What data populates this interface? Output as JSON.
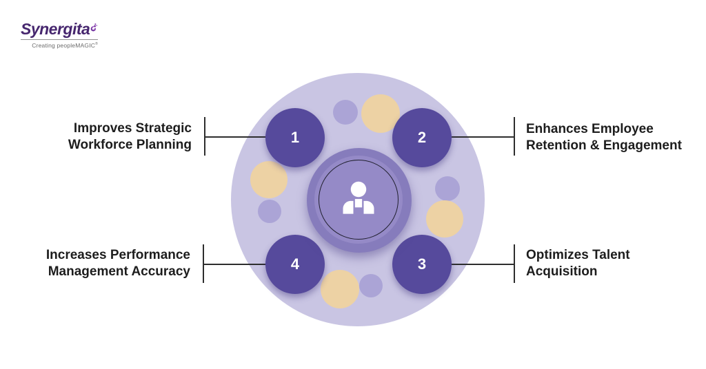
{
  "logo": {
    "brand": "Synergita",
    "tagline": "Creating peopleMAGIC",
    "trademark": "®"
  },
  "diagram": {
    "center": {
      "icon": "person-icon"
    },
    "items": [
      {
        "number": "1",
        "label": "Improves Strategic\nWorkforce Planning",
        "position": "top-left"
      },
      {
        "number": "2",
        "label": "Enhances Employee\nRetention & Engagement",
        "position": "top-right"
      },
      {
        "number": "3",
        "label": "Optimizes Talent\nAcquisition",
        "position": "bottom-right"
      },
      {
        "number": "4",
        "label": "Increases Performance\nManagement Accuracy",
        "position": "bottom-left"
      }
    ],
    "colors": {
      "outer_circle": "#c9c5e3",
      "ring": "#867cbc",
      "inner_circle": "#958ac7",
      "number_circle": "#564a9c",
      "decor_tan": "#edd2a4",
      "decor_lavender": "#aba4d6",
      "connector": "#2d2d2d",
      "label_text": "#1d1d1d",
      "brand_purple": "#46266e",
      "swirl_purple": "#8d3bb0",
      "tagline_gray": "#6b6b6b"
    }
  }
}
